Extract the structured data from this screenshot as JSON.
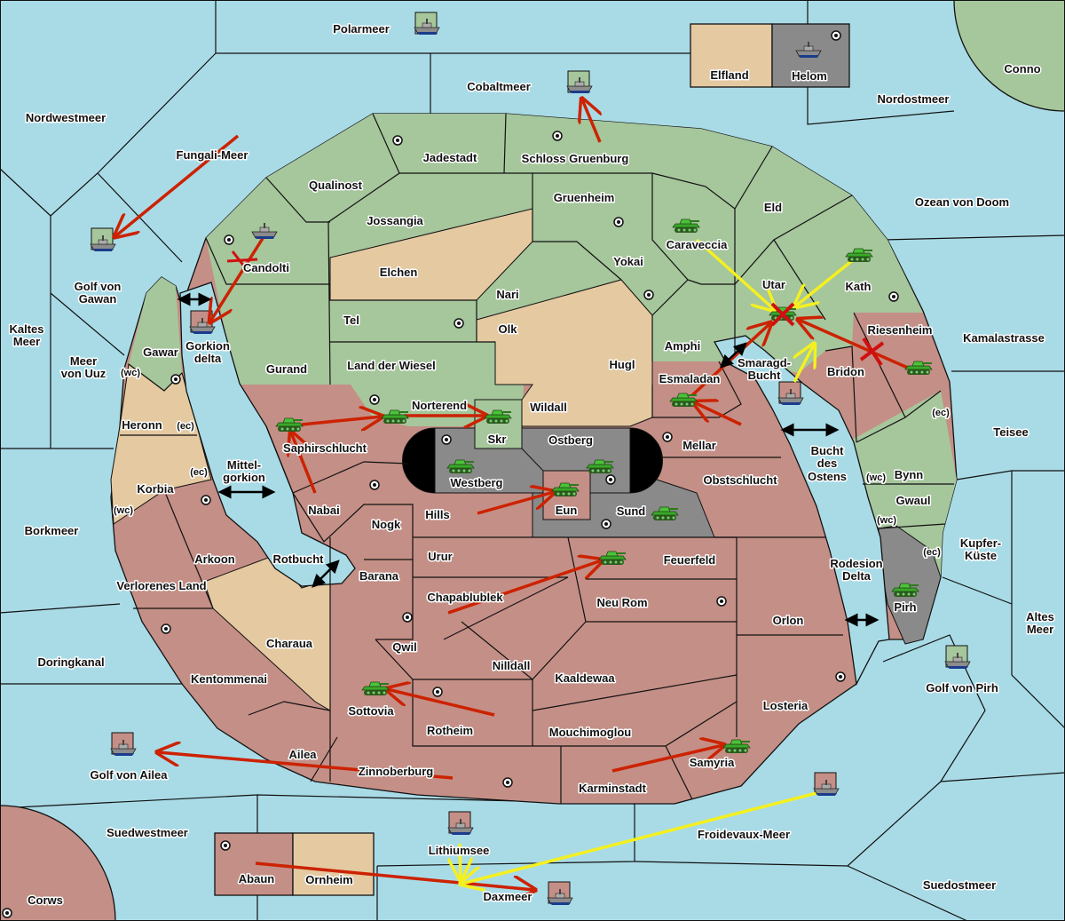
{
  "colors": {
    "sea": "#a9dbe7",
    "green_power": "#a6c69c",
    "red_power": "#c48f86",
    "neutral_land": "#e4c9a1",
    "gray_land": "#8a8a8a",
    "move_order": "#cc2200",
    "support_order": "#f4f020"
  },
  "unit_icons": {
    "army": "tank-icon",
    "fleet": "ship-icon",
    "dislodged": "red-x-icon",
    "supply_center": "supply-center-dot-icon"
  },
  "land": {
    "jadestadt": "Jadestadt",
    "schloss": "Schloss Gruenburg",
    "qualinost": "Qualinost",
    "jossangia": "Jossangia",
    "gruenheim": "Gruenheim",
    "eld": "Eld",
    "caraveccia": "Caraveccia",
    "yokai": "Yokai",
    "candolti": "Candolti",
    "elchen": "Elchen",
    "nari": "Nari",
    "utar": "Utar",
    "kath": "Kath",
    "tel": "Tel",
    "olk": "Olk",
    "riesenheim": "Riesenheim",
    "amphi": "Amphi",
    "gawar": "Gawar",
    "gurand": "Gurand",
    "wiesel": "Land der Wiesel",
    "hugl": "Hugl",
    "bridon": "Bridon",
    "esmaladan": "Esmaladan",
    "heronn": "Heronn",
    "norterend": "Norterend",
    "wildall": "Wildall",
    "skr": "Skr",
    "ostberg": "Ostberg",
    "mellar": "Mellar",
    "saphir": "Saphirschlucht",
    "westberg": "Westberg",
    "obst": "Obstschlucht",
    "korbia": "Korbia",
    "bynn": "Bynn",
    "nabai": "Nabai",
    "eun": "Eun",
    "hills": "Hills",
    "sund": "Sund",
    "gwaul": "Gwaul",
    "nogk": "Nogk",
    "arkoon": "Arkoon",
    "urur": "Urur",
    "feuerfeld": "Feuerfeld",
    "barana": "Barana",
    "verlorenes": "Verlorenes Land",
    "chapa": "Chapablublek",
    "neurom": "Neu Rom",
    "pirh": "Pirh",
    "orlon": "Orlon",
    "charaua": "Charaua",
    "qwil": "Qwil",
    "nilldall": "Nilldall",
    "kaaldewaa": "Kaaldewaa",
    "kentommenai": "Kentommenai",
    "losteria": "Losteria",
    "sottovia": "Sottovia",
    "rotheim": "Rotheim",
    "mouchimoglou": "Mouchimoglou",
    "ailea": "Ailea",
    "zinnoberburg": "Zinnoberburg",
    "samyria": "Samyria",
    "karminstadt": "Karminstadt",
    "abaun": "Abaun",
    "ornheim": "Ornheim",
    "corws": "Corws",
    "elfland": "Elfland",
    "helom": "Helom",
    "conno": "Conno"
  },
  "sea": {
    "polarmeer": "Polarmeer",
    "cobaltmeer": "Cobaltmeer",
    "nordwestmeer": "Nordwestmeer",
    "nordostmeer": "Nordostmeer",
    "fungali": "Fungali-Meer",
    "ozean": "Ozean von Doom",
    "golf_gawan_1": "Golf von",
    "golf_gawan_2": "Gawan",
    "kaltes_1": "Kaltes",
    "kaltes_2": "Meer",
    "uuz_1": "Meer",
    "uuz_2": "von Uuz",
    "gorkion_1": "Gorkion",
    "gorkion_2": "delta",
    "kamala": "Kamalastrasse",
    "smaragd_1": "Smaragd-",
    "smaragd_2": "Bucht",
    "teisee": "Teisee",
    "mittel_1": "Mittel-",
    "mittel_2": "gorkion",
    "bucht_1": "Bucht",
    "bucht_2": "des",
    "bucht_3": "Ostens",
    "borkmeer": "Borkmeer",
    "kupfer_1": "Kupfer-",
    "kupfer_2": "Küste",
    "rotbucht": "Rotbucht",
    "rodesion_1": "Rodesion",
    "rodesion_2": "Delta",
    "altes_1": "Altes",
    "altes_2": "Meer",
    "doringkanal": "Doringkanal",
    "golf_pirh": "Golf von Pirh",
    "golf_ailea": "Golf von Ailea",
    "suedwestmeer": "Suedwestmeer",
    "froidevaux": "Froidevaux-Meer",
    "lithiumsee": "Lithiumsee",
    "daxmeer": "Daxmeer",
    "suedostmeer": "Suedostmeer"
  },
  "coasts": {
    "wc": "(wc)",
    "ec": "(ec)"
  }
}
